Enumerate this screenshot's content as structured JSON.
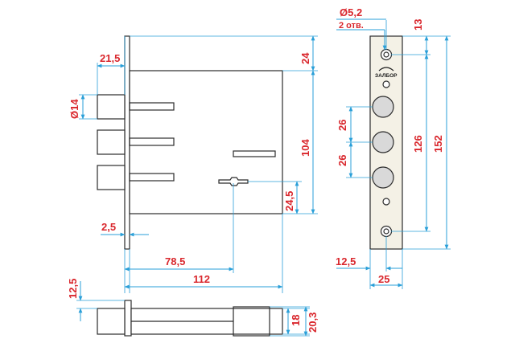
{
  "brand": "ЗАЛБОР",
  "dimensions": {
    "body_offset": "21,5",
    "bolt_diameter": "Ø14",
    "top_gap": "24",
    "body_height": "104",
    "keyhole_height": "24,5",
    "front_plate_thickness": "2,5",
    "backset": "78,5",
    "body_depth": "112",
    "hole_diameter": "Ø5,2",
    "hole_count": "2 отв.",
    "hole_top_offset": "13",
    "bolt_spacing_1": "26",
    "bolt_spacing_2": "26",
    "hole_spacing": "126",
    "plate_height": "152",
    "plate_hole_inset": "12,5",
    "plate_width": "25",
    "bottom_bolt_offset": "12,5",
    "body_thickness": "18",
    "overall_thickness": "20,3"
  },
  "colors": {
    "dimension_line": "#2a9fd8",
    "dimension_text": "#d9262c",
    "outline": "#2b2b2b",
    "plate_fill": "#f4f1e6",
    "bolt_fill": "#d9d9d9"
  }
}
